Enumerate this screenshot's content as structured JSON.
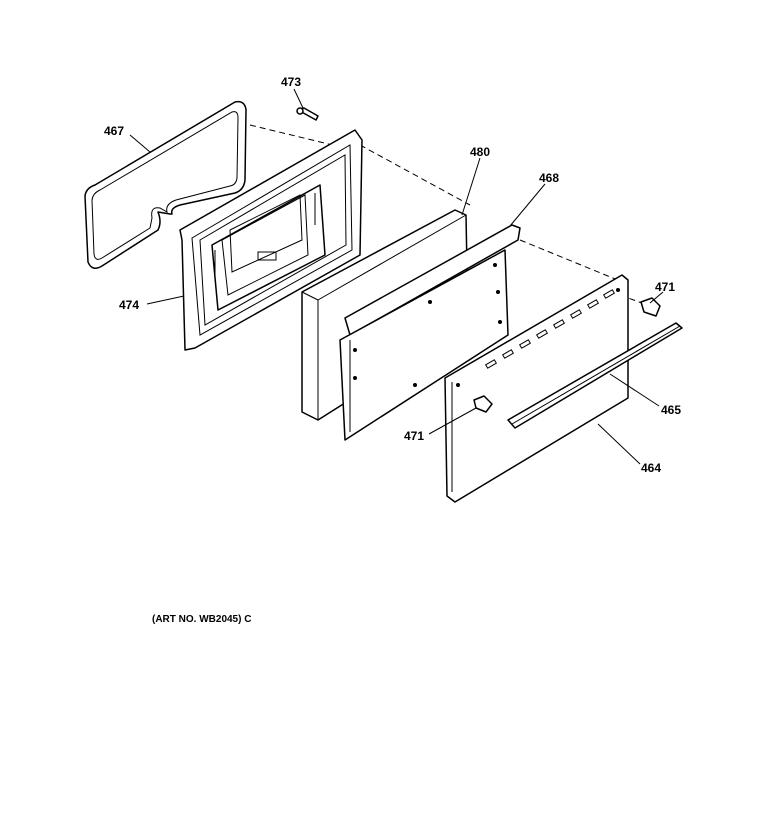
{
  "callouts": {
    "c467": "467",
    "c473": "473",
    "c480": "480",
    "c468": "468",
    "c474": "474",
    "c471_right": "471",
    "c465": "465",
    "c471_left": "471",
    "c464": "464"
  },
  "art_number": "(ART NO. WB2045) C"
}
